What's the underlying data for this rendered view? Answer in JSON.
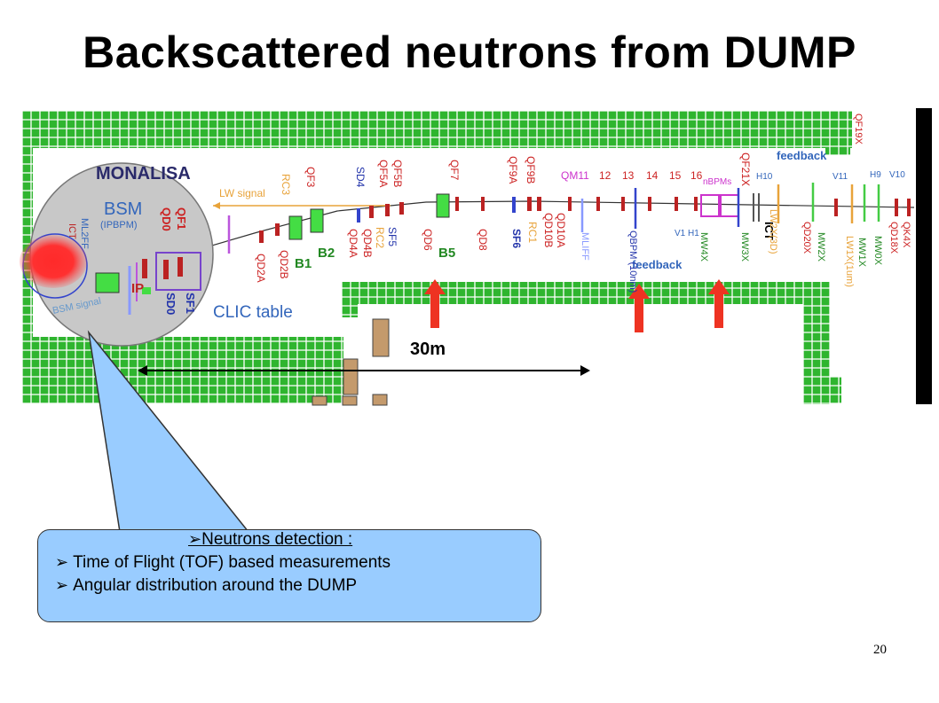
{
  "slide": {
    "title": "Backscattered neutrons from DUMP",
    "page_number": "20"
  },
  "beamline": {
    "labels": {
      "monalisa": "MONALISA",
      "bsm": "BSM",
      "ipbpm": "(IPBPM)",
      "ip": "IP",
      "lw_signal": "LW signal",
      "bsm_signal": "BSM signal",
      "clic_table": "CLIC table",
      "feedback_top": "feedback",
      "feedback_bottom": "feedback",
      "nbpms": "nBPMs",
      "scale": "30m",
      "ict": "ICT",
      "ml2ff": "ML2FF",
      "ict_left": "ICT"
    },
    "magnets_top": [
      "QF1",
      "QD0",
      "RC3",
      "QF3",
      "SD4",
      "QF5A",
      "QF5B",
      "QF7",
      "QF9A",
      "QF9B",
      "QM11",
      "12",
      "13",
      "14",
      "15",
      "16",
      "QF21X",
      "H10",
      "V11",
      "H9",
      "V10",
      "QF19X"
    ],
    "magnets_bottom": [
      "SF1",
      "SD0",
      "QD2A",
      "QD2B",
      "B1",
      "B2",
      "QD4A",
      "QD4B",
      "RC2",
      "SF5",
      "QD6",
      "B5",
      "QD8",
      "SF6",
      "RC1",
      "QD10B",
      "QD10A",
      "MLIFF",
      "QBPM (10nm)",
      "V1 H1",
      "MW4X",
      "MW3X",
      "LW2X(3D)",
      "QD20X",
      "MW2X",
      "MW1X",
      "LW1X(1um)",
      "MW0X",
      "QD18X",
      "QK4X"
    ]
  },
  "callout": {
    "title": "Neutrons detection :",
    "items": [
      "Time of Flight (TOF) based measurements",
      "Angular distribution around the DUMP"
    ]
  }
}
